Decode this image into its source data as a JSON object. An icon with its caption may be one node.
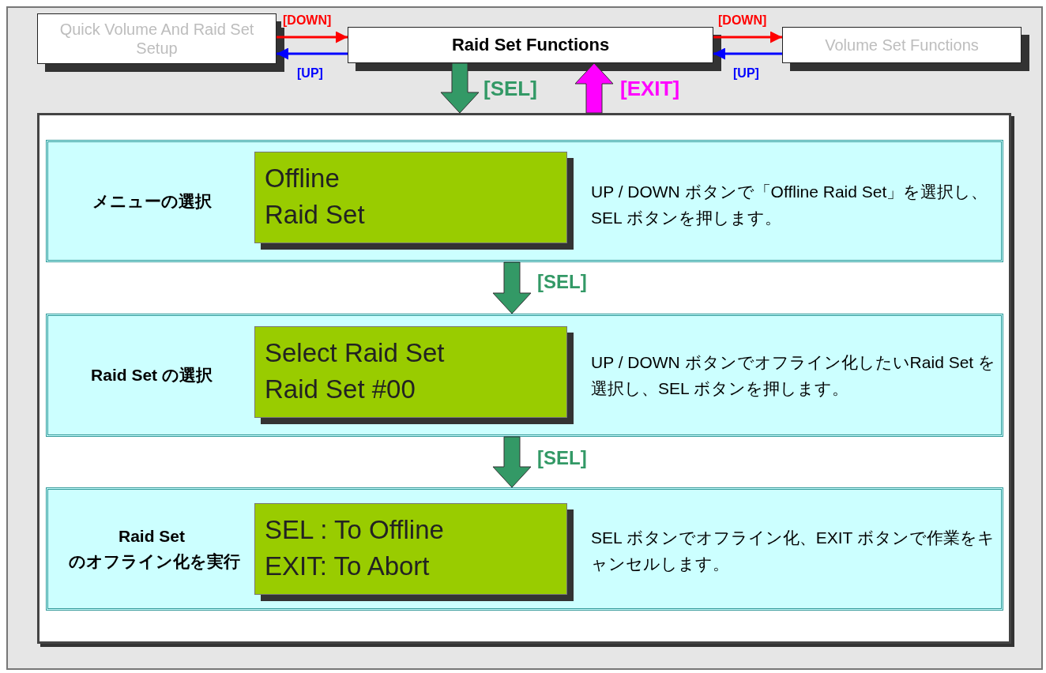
{
  "diagram": {
    "nodes": [
      {
        "text": [
          "Quick Volume And Raid Set Setup"
        ]
      },
      {
        "text": [
          "Raid Set Functions"
        ]
      },
      {
        "text": [
          "Volume Set Functions"
        ]
      },
      {
        "text": [],
        "shape": "box"
      },
      {
        "text": [
          "メニューの選択",
          "UP / DOWN ボタンで「Offline Raid Set」を選択し、SEL ボタンを押します。"
        ],
        "in": 3
      },
      {
        "text": [
          "Offline",
          "Raid Set"
        ],
        "in": 4
      },
      {
        "text": [
          "Raid Set の選択",
          "UP / DOWN ボタンでオフライン化したいRaid Set を選択し、SEL ボタンを押します。"
        ],
        "in": 3
      },
      {
        "text": [
          "Select Raid Set",
          "Raid Set #00"
        ],
        "in": 6
      },
      {
        "text": [
          "Raid Set のオフライン化を実行",
          "SEL ボタンでオフライン化、EXIT ボタンで作業をキャンセルします。"
        ],
        "in": 3
      },
      {
        "text": [
          "SEL : To Offline",
          "EXIT: To Abort"
        ],
        "in": 8
      }
    ],
    "edges": [
      {
        "from": 0,
        "to": 1,
        "arrow": "to",
        "label": "[DOWN]",
        "color": "#ff0000"
      },
      {
        "from": 1,
        "to": 0,
        "arrow": "to",
        "label": "[UP]",
        "color": "#0000ff"
      },
      {
        "from": 1,
        "to": 2,
        "arrow": "to",
        "label": "[DOWN]",
        "color": "#ff0000"
      },
      {
        "from": 2,
        "to": 1,
        "arrow": "to",
        "label": "[UP]",
        "color": "#0000ff"
      },
      {
        "from": 1,
        "to": 3,
        "arrow": "to",
        "label": "[SEL]",
        "style": "thick",
        "color": "#339966"
      },
      {
        "from": 3,
        "to": 1,
        "arrow": "to",
        "label": "[EXIT]",
        "style": "thick",
        "color": "#ff00ff"
      },
      {
        "from": 4,
        "to": 6,
        "arrow": "to",
        "label": "[SEL]",
        "style": "thick",
        "color": "#339966"
      },
      {
        "from": 6,
        "to": 8,
        "arrow": "to",
        "label": "[SEL]",
        "style": "thick",
        "color": "#339966"
      }
    ]
  }
}
